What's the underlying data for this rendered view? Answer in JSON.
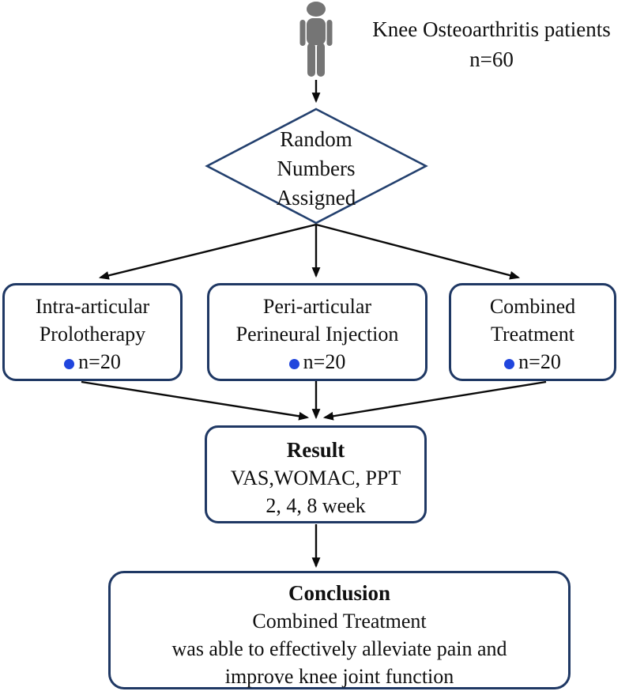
{
  "colors": {
    "border": "#1f3864",
    "diamond": "#23406e",
    "arrow": "#0a0a0a",
    "bullet": "#2045dd",
    "icon": "#757575",
    "text": "#101010"
  },
  "icons": {
    "person": "person-silhouette",
    "bullet": "filled-blue-circle"
  },
  "header": {
    "title": "Knee Osteoarthritis patients",
    "count": "n=60"
  },
  "randomizer": {
    "line1": "Random",
    "line2": "Numbers",
    "line3": "Assigned"
  },
  "groups": [
    {
      "line1": "Intra-articular",
      "line2": "Prolotherapy",
      "count": "n=20"
    },
    {
      "line1": "Peri-articular",
      "line2": "Perineural Injection",
      "count": "n=20"
    },
    {
      "line1": "Combined",
      "line2": "Treatment",
      "count": "n=20"
    }
  ],
  "result": {
    "title": "Result",
    "line1": "VAS,WOMAC, PPT",
    "line2": "2, 4, 8 week"
  },
  "conclusion": {
    "title": "Conclusion",
    "line1": "Combined Treatment",
    "line2": "was able to effectively alleviate pain and",
    "line3": "improve knee joint function"
  }
}
